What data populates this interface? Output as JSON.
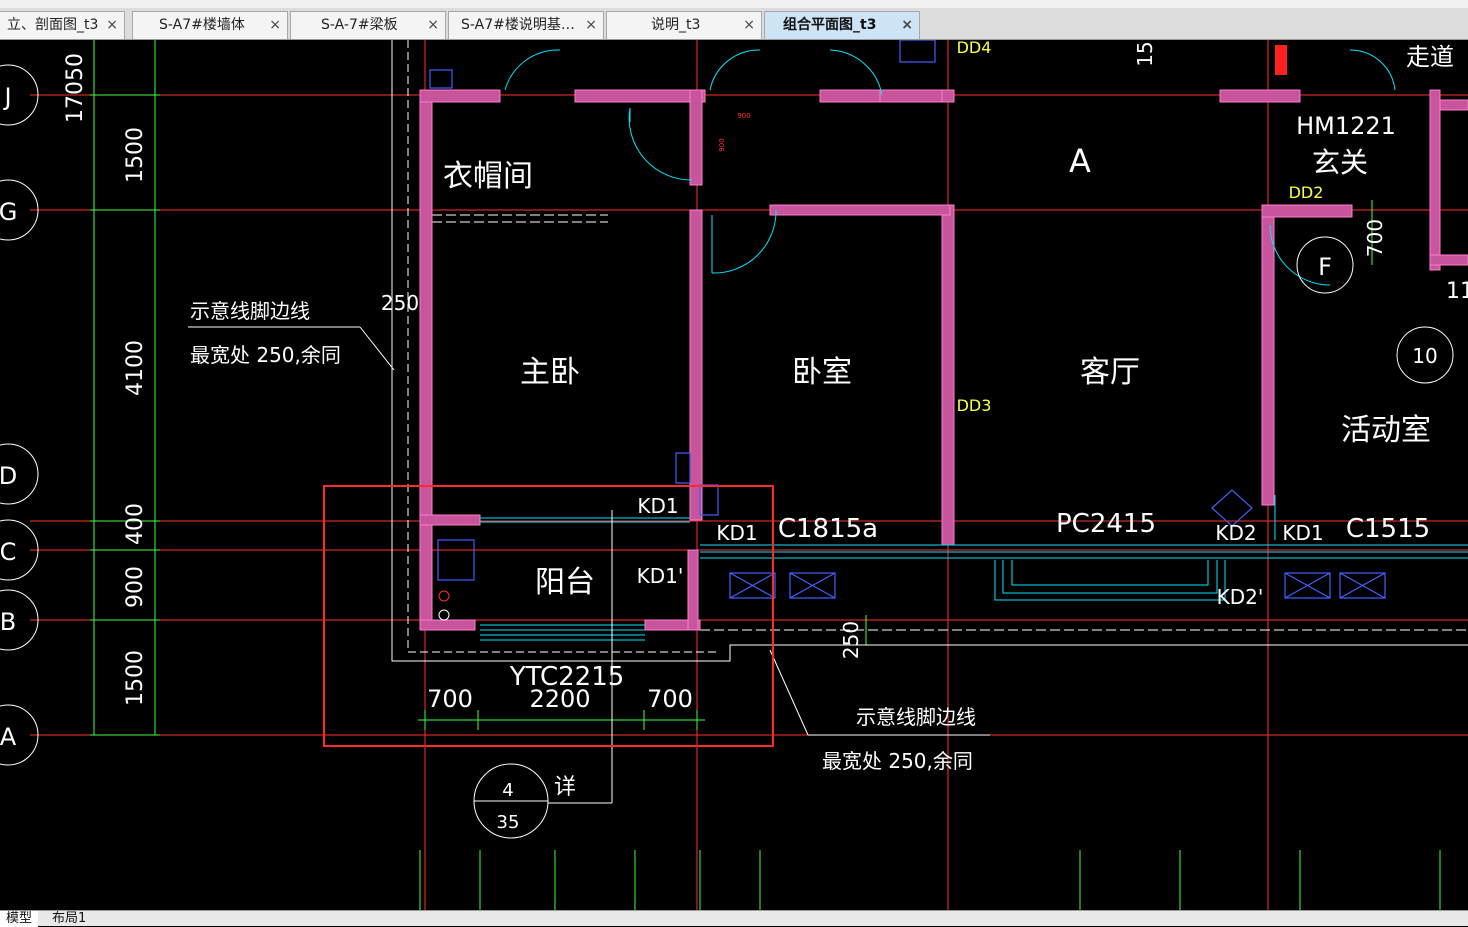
{
  "tabs": [
    {
      "label": "立、剖面图_t3",
      "close": "×"
    },
    {
      "label": "S-A7#楼墙体",
      "close": "×"
    },
    {
      "label": "S-A-7#梁板",
      "close": "×"
    },
    {
      "label": "S-A7#楼说明基…",
      "close": "×"
    },
    {
      "label": "说明_t3",
      "close": "×"
    },
    {
      "label": "组合平面图_t3",
      "close": "×",
      "active": true
    }
  ],
  "bottom_tabs": {
    "model": "模型",
    "layout1": "布局1"
  },
  "drawing": {
    "axis_bubbles": [
      "J",
      "G",
      "D",
      "C",
      "B",
      "A",
      "F",
      "10"
    ],
    "vertical_dims": [
      "17050",
      "1500",
      "4100",
      "400",
      "900",
      "1500"
    ],
    "rooms": [
      "衣帽间",
      "主卧",
      "卧室",
      "客厅",
      "活动室",
      "阳台",
      "玄关",
      "走道",
      "A"
    ],
    "labels": [
      "HM1221",
      "DD2",
      "DD3",
      "DD4",
      "KD1",
      "KD1",
      "KD1",
      "KD1'",
      "KD2",
      "KD2'",
      "C1815a",
      "PC2415",
      "C1515",
      "YTC2215"
    ],
    "dims": [
      "250",
      "250",
      "700",
      "2200",
      "700",
      "700",
      "15",
      "11",
      "900",
      "900"
    ],
    "notes": {
      "note1_line1": "示意线脚边线",
      "note1_line2": "最宽处  250,余同",
      "note2_line1": "示意线脚边线",
      "note2_line2": "最宽处  250,余同"
    },
    "detail_callout": {
      "top": "4",
      "bottom": "35",
      "label": "详"
    }
  },
  "colors": {
    "highlight_box": "#ff2a2a",
    "wall_fill": "#c8559b",
    "axis_line": "#ff3030",
    "dim_line": "#40ff40",
    "window": "#00e5ff",
    "text": "#ffffff",
    "tag": "#ffff40"
  }
}
